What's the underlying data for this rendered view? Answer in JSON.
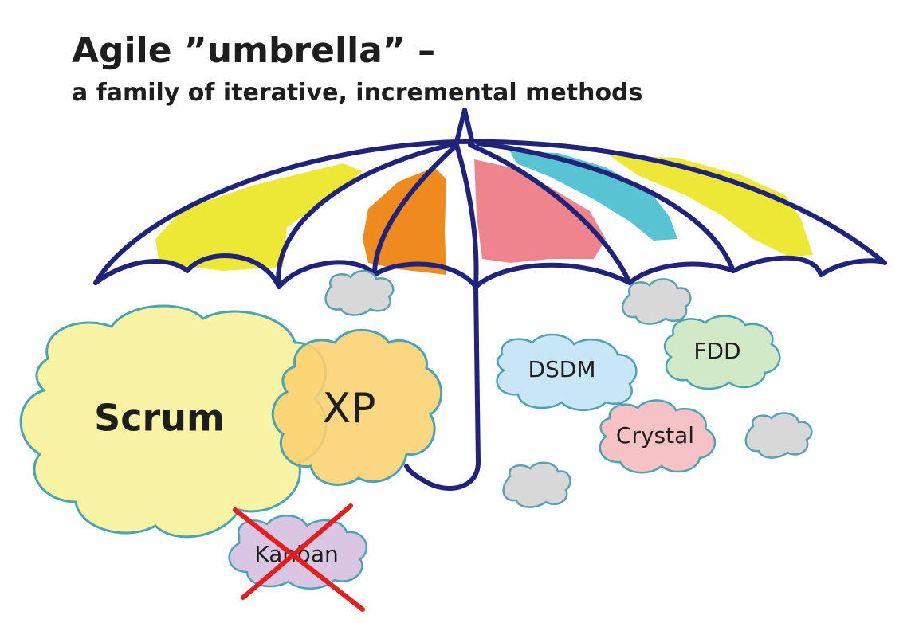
{
  "title": "Agile ”umbrella” –",
  "subtitle": "a family of iterative, incremental methods",
  "methods": {
    "scrum": "Scrum",
    "xp": "XP",
    "kanban": "Kanban",
    "dsdm": "DSDM",
    "fdd": "FDD",
    "crystal": "Crystal"
  },
  "colors": {
    "outline": "#20237a",
    "yellow": "#ece62a",
    "orange": "#ee8a1e",
    "pink": "#ef7d86",
    "cyan": "#58c3d3",
    "scrum_cloud": "#f8f4a4",
    "xp_cloud": "#fcd270",
    "kanban_cloud": "#dac6e3",
    "dsdm_cloud": "#c9e6f7",
    "fdd_cloud": "#d2e9c6",
    "crystal_cloud": "#f6c2c6",
    "grey_cloud": "#d8d8d8",
    "cross": "#e41e1e"
  }
}
